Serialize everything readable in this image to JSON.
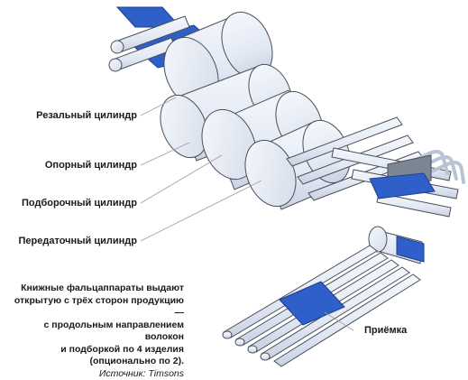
{
  "labels": {
    "cutting_cylinder": "Резальный цилиндр",
    "support_cylinder": "Опорный цилиндр",
    "collecting_cylinder": "Подборочный цилиндр",
    "transfer_cylinder": "Передаточный цилиндр",
    "delivery": "Приёмка"
  },
  "caption": {
    "lines": [
      "Книжные фальцаппараты выдают",
      "открытую с трёх сторон продукцию —",
      "с продольным направлением волокон",
      "и подборкой по 4 изделия",
      "(опционально по 2)."
    ],
    "source": "Источник: Timsons"
  },
  "colors": {
    "cylinder_fill": "#e6ecf6",
    "cylinder_stroke": "#4a4f5a",
    "paper": "#2f5fc8",
    "leader_line": "#9aa0a8"
  }
}
